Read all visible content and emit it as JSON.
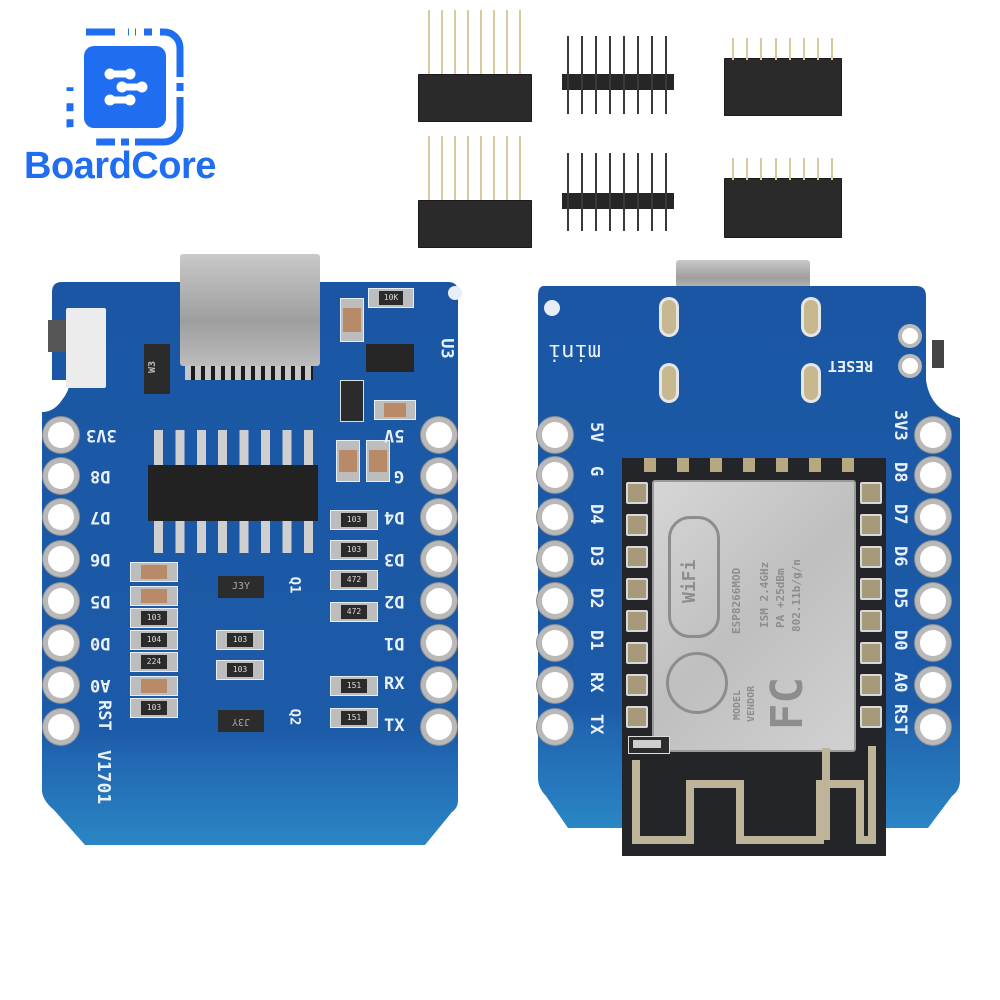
{
  "brand": {
    "name": "BoardCore",
    "color": "#1f6df0",
    "icon": "chip-network-icon"
  },
  "accessories": {
    "items": [
      {
        "type": "long-pin-female-header",
        "pins": 8
      },
      {
        "type": "male-pin-header",
        "pins": 8
      },
      {
        "type": "short-female-header",
        "pins": 8
      },
      {
        "type": "long-pin-female-header",
        "pins": 8
      },
      {
        "type": "male-pin-header",
        "pins": 8
      },
      {
        "type": "short-female-header",
        "pins": 8
      }
    ]
  },
  "front_board": {
    "pcb_color": "#1a5aa8",
    "left_pins": [
      "3V3",
      "D8",
      "D7",
      "D6",
      "D5",
      "D0",
      "A0",
      "RST"
    ],
    "right_pins": [
      "5V",
      "G",
      "D4",
      "D3",
      "D2",
      "D1",
      "RX",
      "TX"
    ],
    "labels": {
      "regulator": "U3",
      "diode": "W3",
      "q1": "Q1",
      "q2": "Q2",
      "q1_marking": "J3Y",
      "q2_marking": "J3Y",
      "version": "V1701"
    },
    "resistors_left": [
      "",
      "",
      "103",
      "104",
      "224",
      "",
      "103"
    ],
    "resistors_mid": [
      "103",
      "103"
    ],
    "resistors_right": [
      "103",
      "103",
      "472",
      "472",
      "151",
      "151"
    ],
    "resistor_top": "10K"
  },
  "back_board": {
    "pcb_color": "#1a5aa8",
    "left_pins": [
      "5V",
      "G",
      "D4",
      "D3",
      "D2",
      "D1",
      "RX",
      "TX"
    ],
    "right_pins": [
      "3V3",
      "D8",
      "D7",
      "D6",
      "D5",
      "D0",
      "A0",
      "RST"
    ],
    "labels": {
      "model": "mini",
      "reset": "RESET"
    },
    "esp_module": {
      "logo": "WiFi",
      "model": "ESP8266MOD",
      "band": "ISM 2.4GHz",
      "power": "PA +25dBm",
      "standard": "802.11b/g/n",
      "vendor_label": "VENDOR",
      "model_label": "MODEL",
      "cert": "FC"
    }
  }
}
